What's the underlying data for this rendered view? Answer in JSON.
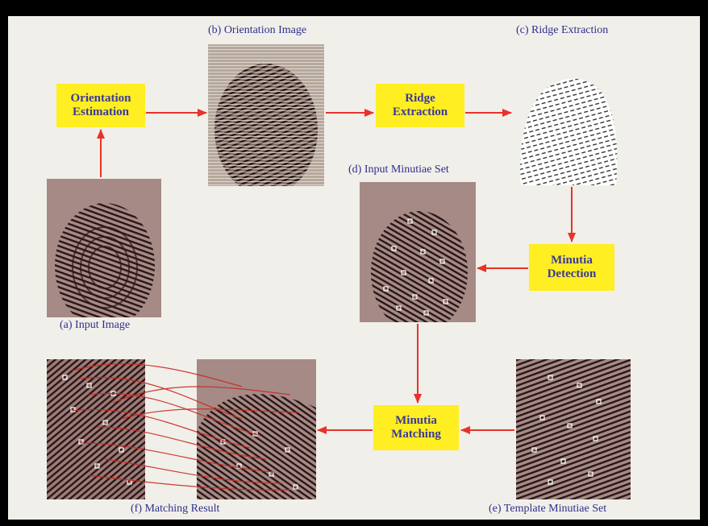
{
  "captions": {
    "orientation_image": "(b) Orientation Image",
    "ridge_extraction": "(c) Ridge Extraction",
    "input_minutiae_set": "(d) Input Minutiae Set",
    "input_image": "(a) Input Image",
    "matching_result": "(f) Matching Result",
    "template_minutiae_set": "(e) Template Minutiae Set"
  },
  "boxes": {
    "orientation_estimation": {
      "line1": "Orientation",
      "line2": "Estimation"
    },
    "ridge_extraction": {
      "line1": "Ridge",
      "line2": "Extraction"
    },
    "minutia_detection": {
      "line1": "Minutia",
      "line2": "Detection"
    },
    "minutia_matching": {
      "line1": "Minutia",
      "line2": "Matching"
    }
  },
  "colors": {
    "background": "#f1efe9",
    "box_fill": "#ffee22",
    "box_text": "#3a3a9a",
    "caption_text": "#2f2f8f",
    "arrow": "#e8322a",
    "fingerprint_bg": "#a88a86",
    "ridge": "#2a1616"
  }
}
